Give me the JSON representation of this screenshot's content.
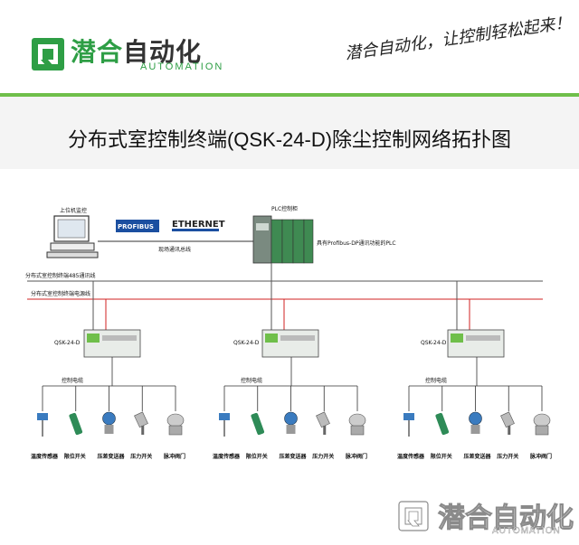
{
  "header": {
    "logo_cn": "潜合自动化",
    "logo_cn_a": "潜合",
    "logo_cn_b": "自动化",
    "logo_en": "AUTOMATION",
    "slogan": "潜合自动化，让控制轻松起来！"
  },
  "title": "分布式室控制终端(QSK-24-D)除尘控制网络拓扑图",
  "diagram": {
    "upper_pc_label": "上位机监控",
    "profibus_label": "PROFIBUS",
    "ethernet_label": "ETHERNET",
    "bus_label": "现场通讯总线",
    "plc_label": "PLC控制柜",
    "plc_note": "具有Profibus-DP通讯功能的PLC",
    "rs485_label": "分布式室控制终端485通讯线",
    "power_label": "分布式室控制终端电源线",
    "terminals": [
      {
        "model": "QSK-24-D",
        "cable_label": "控制电缆"
      },
      {
        "model": "QSK-24-D",
        "cable_label": "控制电缆"
      },
      {
        "model": "QSK-24-D",
        "cable_label": "控制电缆"
      }
    ],
    "devices": [
      "温度传感器",
      "限位开关",
      "压差变送器",
      "压力开关",
      "脉冲阀门"
    ]
  },
  "footer": {
    "logo_cn": "潜合自动化",
    "logo_en": "AUTOMATION"
  },
  "colors": {
    "brand_green": "#2e9e45",
    "accent_green": "#6fbf4a",
    "rs485_line": "#555555",
    "power_line": "#d22222"
  }
}
